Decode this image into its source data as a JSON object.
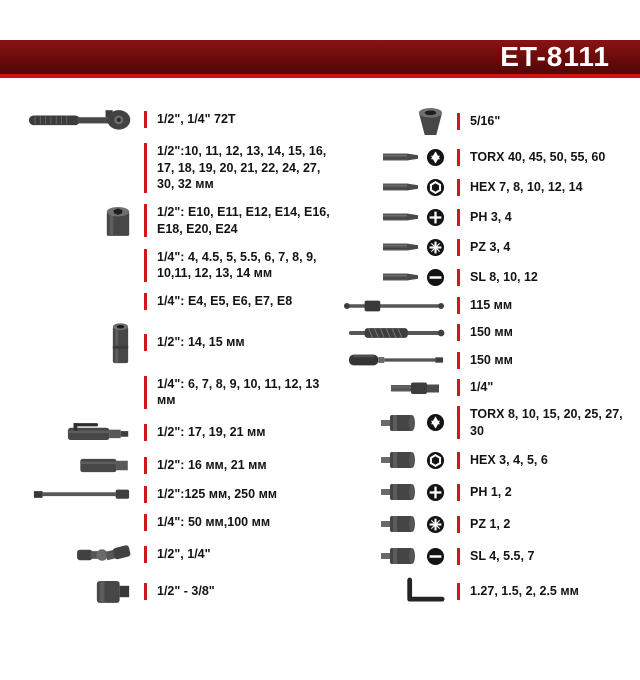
{
  "header": {
    "model": "ET-8111"
  },
  "colors": {
    "accent_red": "#d01818",
    "band_dark": "#6b0b0b",
    "band_edge": "#cf1212",
    "icon_gray": "#474747"
  },
  "left_column": [
    {
      "icon": "ratchet-icon",
      "label": "1/2\", 1/4\" 72T"
    },
    {
      "icon": null,
      "label": "1/2\":10, 11, 12, 13, 14, 15, 16, 17, 18, 19, 20, 21, 22, 24, 27, 30, 32 мм"
    },
    {
      "icon": "socket-icon",
      "label": "1/2\": E10, E11, E12, E14, E16, E18, E20, E24"
    },
    {
      "icon": null,
      "label": "1/4\": 4, 4.5, 5, 5.5, 6, 7, 8, 9, 10,11, 12, 13, 14 мм"
    },
    {
      "icon": null,
      "label": "1/4\": E4, E5, E6, E7, E8"
    },
    {
      "icon": "deep-socket-icon",
      "label": "1/2\": 14, 15 мм"
    },
    {
      "icon": null,
      "label": "1/4\": 6, 7, 8, 9, 10, 11, 12, 13 мм"
    },
    {
      "icon": "spark-plug-socket-icon",
      "label": "1/2\": 17, 19, 21 мм"
    },
    {
      "icon": "socket-horizontal-icon",
      "label": "1/2\": 16 мм, 21 мм"
    },
    {
      "icon": "extension-bar-icon",
      "label": "1/2\":125 мм, 250 мм"
    },
    {
      "icon": null,
      "label": "1/4\": 50 мм,100 мм"
    },
    {
      "icon": "universal-joint-icon",
      "label": "1/2\", 1/4\""
    },
    {
      "icon": "adapter-icon",
      "label": "1/2\" - 3/8\""
    }
  ],
  "right_column": [
    {
      "icon": "tapered-socket-icon",
      "label": "5/16\""
    },
    {
      "icon": "bit-icon torx-glyph-icon",
      "label": "TORX 40, 45, 50, 55, 60"
    },
    {
      "icon": "bit-icon hex-glyph-icon",
      "label": "HEX 7, 8, 10, 12, 14"
    },
    {
      "icon": "bit-icon ph-glyph-icon",
      "label": "PH 3, 4"
    },
    {
      "icon": "bit-icon pz-glyph-icon",
      "label": "PZ 3, 4"
    },
    {
      "icon": "bit-icon sl-glyph-icon",
      "label": "SL 8, 10, 12"
    },
    {
      "icon": "sliding-t-bar-icon",
      "label": "115 мм"
    },
    {
      "icon": "flex-handle-icon",
      "label": "150 мм"
    },
    {
      "icon": "screwdriver-icon",
      "label": "150 мм"
    },
    {
      "icon": "bit-adapter-icon",
      "label": "1/4\""
    },
    {
      "icon": "bit-socket-icon torx-glyph-icon",
      "label": "TORX 8, 10, 15, 20, 25, 27, 30"
    },
    {
      "icon": "bit-socket-icon hex-glyph-icon",
      "label": "HEX 3, 4, 5, 6"
    },
    {
      "icon": "bit-socket-icon ph-glyph-icon",
      "label": "PH 1, 2"
    },
    {
      "icon": "bit-socket-icon pz-glyph-icon",
      "label": "PZ 1, 2"
    },
    {
      "icon": "bit-socket-icon sl-glyph-icon",
      "label": "SL 4, 5.5, 7"
    },
    {
      "icon": "hex-key-icon",
      "label": "1.27, 1.5, 2, 2.5 мм"
    }
  ]
}
